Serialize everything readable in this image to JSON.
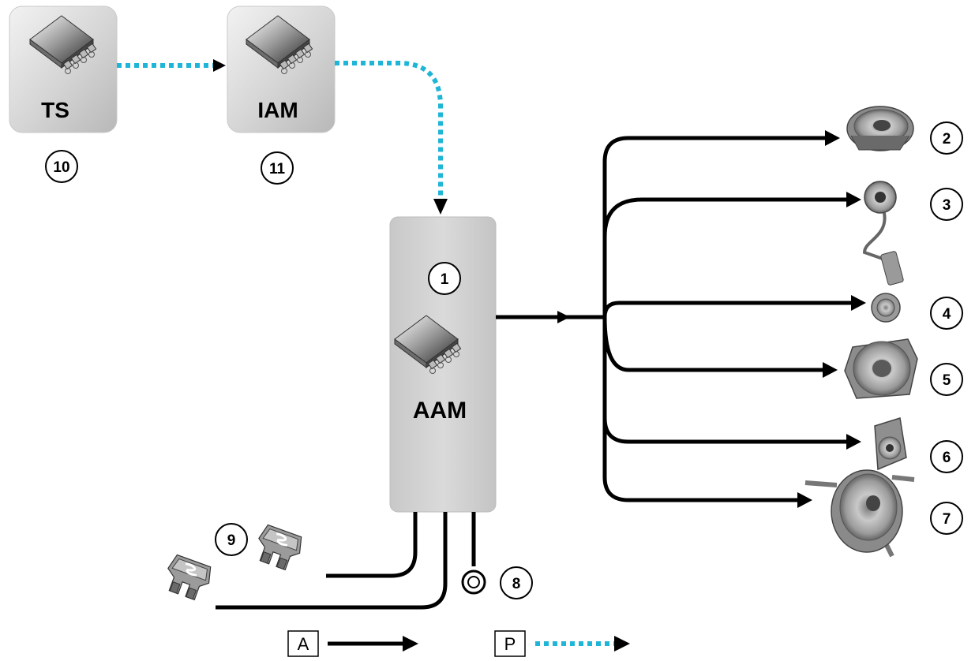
{
  "modules": {
    "ts": {
      "label": "TS",
      "number": "10"
    },
    "iam": {
      "label": "IAM",
      "number": "11"
    },
    "aam": {
      "label": "AAM",
      "number": "1"
    }
  },
  "callouts": {
    "c2": "2",
    "c3": "3",
    "c4": "4",
    "c5": "5",
    "c6": "6",
    "c7": "7",
    "c8": "8",
    "c9": "9"
  },
  "legend": {
    "audio": {
      "key": "A"
    },
    "data": {
      "key": "P"
    }
  },
  "colors": {
    "audio_line": "#000000",
    "data_line": "#1fb5d6",
    "module_fill": "#d2d2d2"
  }
}
